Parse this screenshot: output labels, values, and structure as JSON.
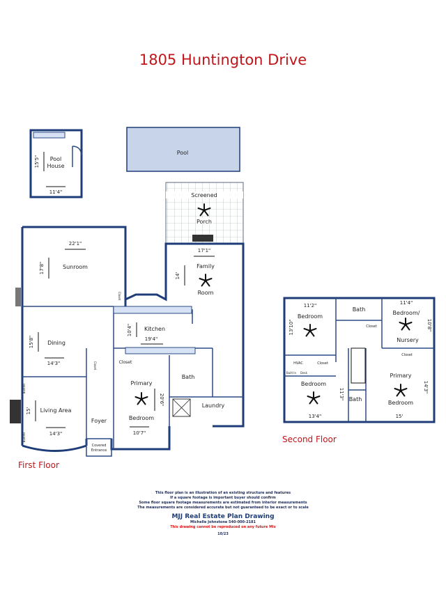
{
  "title": "1805 Huntington Drive",
  "colors": {
    "title": "#c0151a",
    "walls": "#1d3c78",
    "pool": "#c8d4ea"
  },
  "outbuildings": {
    "pool_house": {
      "name1": "Pool",
      "name2": "House",
      "w": "11'4\"",
      "h": "15'5\""
    },
    "pool": {
      "name": "Pool"
    },
    "porch": {
      "name1": "Screened",
      "name2": "Porch"
    }
  },
  "first_floor": {
    "label": "First Floor",
    "sunroom": {
      "name": "Sunroom",
      "w": "22'1\"",
      "h": "17'8\""
    },
    "closet1": "Closet",
    "family": {
      "name1": "Family",
      "name2": "Room",
      "w": "17'1\"",
      "h": "14'"
    },
    "kitchen": {
      "name": "Kitchen",
      "w": "19'4\"",
      "h": "10'4\""
    },
    "dining": {
      "name": "Dining",
      "w": "14'3\"",
      "h": "15'8\""
    },
    "closet2": "Closet",
    "closet3": "Closet",
    "living": {
      "name": "Living Area",
      "w": "14'3\"",
      "h": "15'"
    },
    "builtins": "Builtins",
    "foyer": "Foyer",
    "primary": {
      "name1": "Primary",
      "name2": "Bedroom",
      "w": "10'7\"",
      "h": "20'6\""
    },
    "bath": "Bath",
    "laundry": "Laundry",
    "covered1": "Covered",
    "covered2": "Entrance"
  },
  "second_floor": {
    "label": "Second Floor",
    "bed1": {
      "name": "Bedroom",
      "w": "11'2\"",
      "h": "13'10\""
    },
    "bath1": "Bath",
    "closet_a": "Closet",
    "nursery": {
      "name1": "Bedroom/",
      "name2": "Nursery",
      "w": "11'4\"",
      "h": "10'8\""
    },
    "closet_b": "Closet",
    "closet_c": "Closet",
    "hvac": "HVAC",
    "builtin": "Built In",
    "desk": "Desk",
    "bed2": {
      "name": "Bedroom",
      "w": "13'4\"",
      "h": "11'3\""
    },
    "bath2": "Bath",
    "primary": {
      "name1": "Primary",
      "name2": "Bedroom",
      "w": "15'",
      "h": "14'3\""
    }
  },
  "footer": {
    "line1": "This floor plan is an illustration of an existing structure and features",
    "line2": "If a square footage is important buyer should confirm",
    "line3": "Some floor square footage measurements are estimated from interior measurements",
    "line4": "The measurements are considered accurate but not guaranteed to be exact or to scale",
    "brand": "MJJ Real Estate Plan Drawing",
    "contact": "Michelle Johnstone 540-000-2181",
    "notice": "This drawing cannot be reproduced on any future Mls",
    "date": "10/23"
  }
}
